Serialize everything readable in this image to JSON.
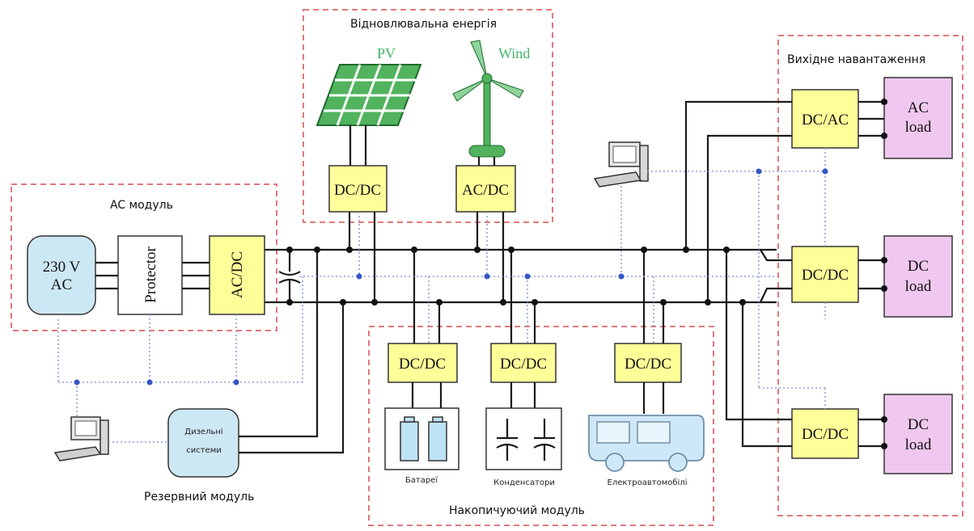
{
  "regions": {
    "renewable": "Відновлювальна енергія",
    "ac_module": "AC модуль",
    "output_load": "Вихідне навантаження",
    "storage": "Накопичуючий модуль",
    "backup": "Резервний модуль"
  },
  "sources": {
    "pv": "PV",
    "wind": "Wind",
    "grid_voltage": "230 V",
    "grid_type": "AC",
    "protector": "Protector",
    "diesel_line1": "Дизельні",
    "diesel_line2": "системи"
  },
  "converters": {
    "pv": "DC/DC",
    "wind": "AC/DC",
    "grid": "AC/DC",
    "battery": "DC/DC",
    "capacitor": "DC/DC",
    "ev": "DC/DC",
    "load1": "DC/AC",
    "load2": "DC/DC",
    "load3": "DC/DC"
  },
  "storage_labels": {
    "battery": "Батареї",
    "capacitor": "Конденсатори",
    "ev": "Електроавтомобілі"
  },
  "loads": {
    "ac_load_1": "AC",
    "ac_load_2": "load",
    "dc_load1_1": "DC",
    "dc_load1_2": "load",
    "dc_load2_1": "DC",
    "dc_load2_2": "load"
  },
  "colors": {
    "region_border": "#e0797c",
    "converter_fill": "#ffff99",
    "load_fill": "#f0c8ef",
    "grid_fill": "#cde8f5",
    "renewable_label": "#45b36b",
    "control_line": "#8fa0d8"
  }
}
